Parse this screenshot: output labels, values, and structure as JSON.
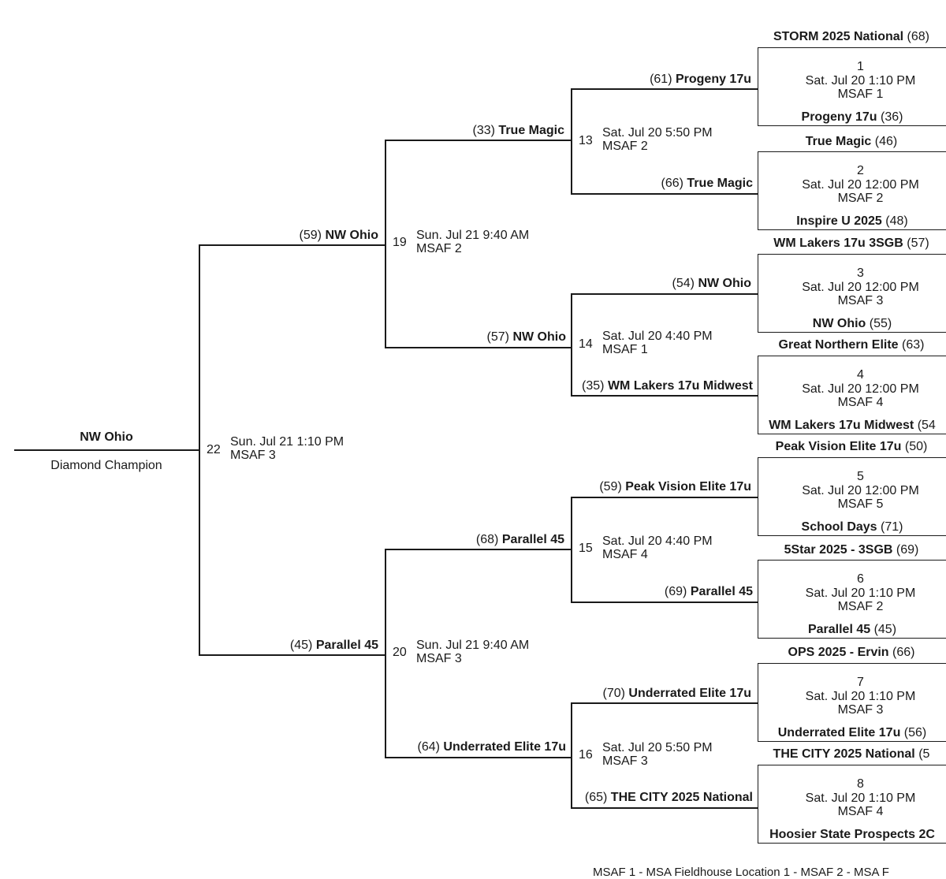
{
  "champion": {
    "name": "NW Ohio",
    "caption": "Diamond Champion"
  },
  "games": {
    "g22": {
      "num": "22",
      "line1": "Sun. Jul 21 1:10 PM",
      "line2": "MSAF 3"
    },
    "g19": {
      "num": "19",
      "line1": "Sun. Jul 21 9:40 AM",
      "line2": "MSAF 2"
    },
    "g20": {
      "num": "20",
      "line1": "Sun. Jul 21 9:40 AM",
      "line2": "MSAF 3"
    },
    "g13": {
      "num": "13",
      "line1": "Sat. Jul 20 5:50 PM",
      "line2": "MSAF 2"
    },
    "g14": {
      "num": "14",
      "line1": "Sat. Jul 20 4:40 PM",
      "line2": "MSAF 1"
    },
    "g15": {
      "num": "15",
      "line1": "Sat. Jul 20 4:40 PM",
      "line2": "MSAF 4"
    },
    "g16": {
      "num": "16",
      "line1": "Sat. Jul 20 5:50 PM",
      "line2": "MSAF 3"
    }
  },
  "round3": [
    {
      "seed": "(59)",
      "team": "NW Ohio"
    },
    {
      "seed": "(45)",
      "team": "Parallel 45"
    }
  ],
  "round2": [
    {
      "seed": "(33)",
      "team": "True Magic"
    },
    {
      "seed": "(57)",
      "team": "NW Ohio"
    },
    {
      "seed": "(68)",
      "team": "Parallel 45"
    },
    {
      "seed": "(64)",
      "team": "Underrated Elite 17u"
    }
  ],
  "round1": [
    {
      "seed": "(61)",
      "team": "Progeny 17u"
    },
    {
      "seed": "(66)",
      "team": "True Magic"
    },
    {
      "seed": "(54)",
      "team": "NW Ohio"
    },
    {
      "seed": "(35)",
      "team": "WM Lakers 17u Midwest"
    },
    {
      "seed": "(59)",
      "team": "Peak Vision Elite 17u"
    },
    {
      "seed": "(69)",
      "team": "Parallel 45"
    },
    {
      "seed": "(70)",
      "team": "Underrated Elite 17u"
    },
    {
      "seed": "(65)",
      "team": "THE CITY 2025 National"
    }
  ],
  "boxes": [
    {
      "num": "1",
      "when": "Sat. Jul 20 1:10 PM",
      "where": "MSAF 1",
      "top_team": "STORM 2025 National",
      "top_seed": "(68)",
      "bottom_team": "Progeny 17u",
      "bottom_seed": "(36)"
    },
    {
      "num": "2",
      "when": "Sat. Jul 20 12:00 PM",
      "where": "MSAF 2",
      "top_team": "True Magic",
      "top_seed": "(46)",
      "bottom_team": "Inspire U 2025",
      "bottom_seed": "(48)"
    },
    {
      "num": "3",
      "when": "Sat. Jul 20 12:00 PM",
      "where": "MSAF 3",
      "top_team": "WM Lakers 17u 3SGB",
      "top_seed": "(57)",
      "bottom_team": "NW Ohio",
      "bottom_seed": "(55)"
    },
    {
      "num": "4",
      "when": "Sat. Jul 20 12:00 PM",
      "where": "MSAF 4",
      "top_team": "Great Northern Elite",
      "top_seed": "(63)",
      "bottom_team": "WM Lakers 17u Midwest",
      "bottom_seed": "(54"
    },
    {
      "num": "5",
      "when": "Sat. Jul 20 12:00 PM",
      "where": "MSAF 5",
      "top_team": "Peak Vision Elite 17u",
      "top_seed": "(50)",
      "bottom_team": "School Days",
      "bottom_seed": "(71)"
    },
    {
      "num": "6",
      "when": "Sat. Jul 20 1:10 PM",
      "where": "MSAF 2",
      "top_team": "5Star 2025 - 3SGB",
      "top_seed": "(69)",
      "bottom_team": "Parallel 45",
      "bottom_seed": "(45)"
    },
    {
      "num": "7",
      "when": "Sat. Jul 20 1:10 PM",
      "where": "MSAF 3",
      "top_team": "OPS 2025 - Ervin",
      "top_seed": "(66)",
      "bottom_team": "Underrated Elite 17u",
      "bottom_seed": "(56)"
    },
    {
      "num": "8",
      "when": "Sat. Jul 20 1:10 PM",
      "where": "MSAF 4",
      "top_team": "THE CITY 2025 National",
      "top_seed": "(5",
      "bottom_team": "Hoosier State Prospects 2C",
      "bottom_seed": ""
    }
  ],
  "legend": "MSAF 1 - MSA Fieldhouse Location 1 - MSAF 2 - MSA F"
}
